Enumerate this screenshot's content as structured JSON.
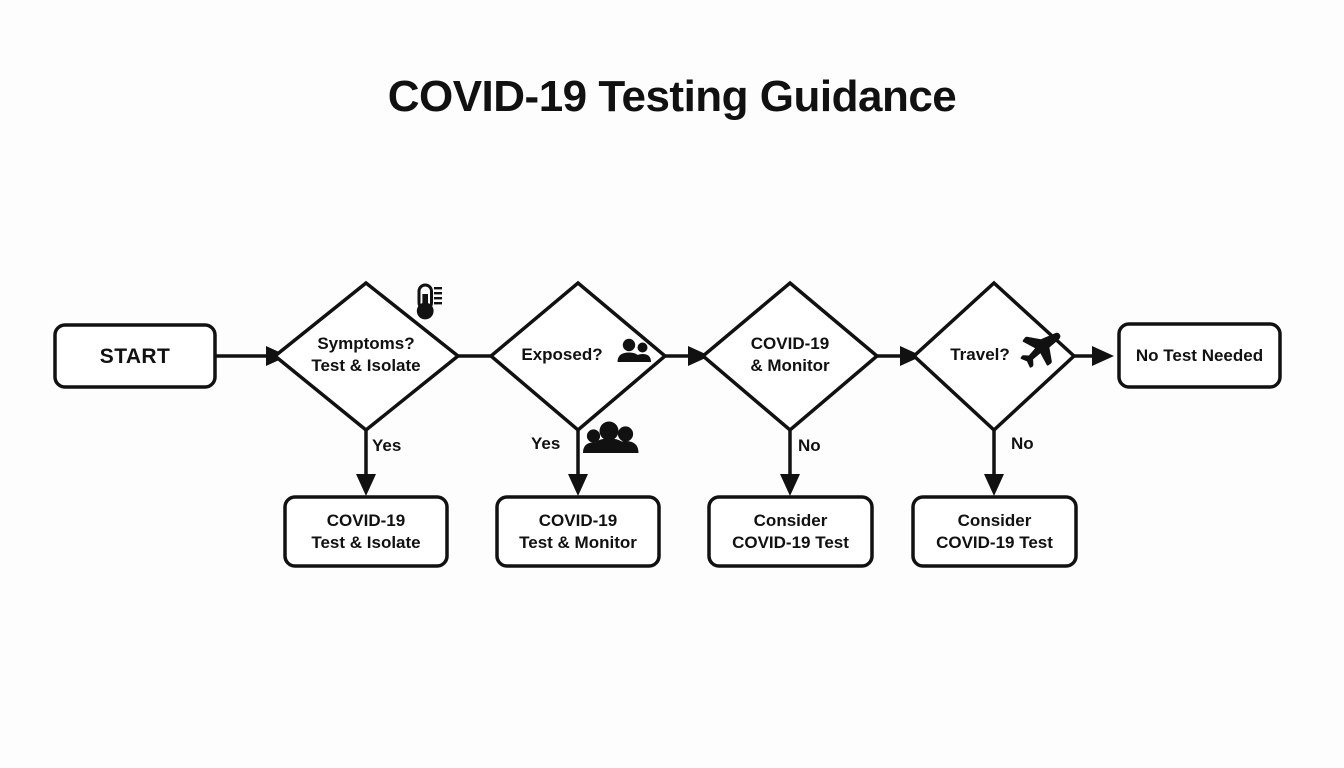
{
  "title": "COVID-19 Testing Guidance",
  "diagram": {
    "type": "flowchart",
    "orientation": "left-to-right",
    "background_color": "#fdfdfd",
    "stroke_color": "#111111",
    "fill_color": "#ffffff",
    "nodes": [
      {
        "id": "start",
        "shape": "rounded-rect",
        "lines": [
          "START"
        ],
        "icon": null
      },
      {
        "id": "symptoms",
        "shape": "diamond",
        "lines": [
          "Symptoms?",
          "Test & Isolate"
        ],
        "icon": "thermometer-icon"
      },
      {
        "id": "exposed",
        "shape": "diamond",
        "lines": [
          "Exposed?"
        ],
        "icon": "people-icon"
      },
      {
        "id": "covid-monitor",
        "shape": "diamond",
        "lines": [
          "COVID-19",
          "& Monitor"
        ],
        "icon": null
      },
      {
        "id": "travel",
        "shape": "diamond",
        "lines": [
          "Travel?"
        ],
        "icon": "airplane-icon"
      },
      {
        "id": "no-test",
        "shape": "rounded-rect",
        "lines": [
          "No Test Needed"
        ],
        "icon": null
      },
      {
        "id": "result-isolate",
        "shape": "rounded-rect",
        "lines": [
          "COVID-19",
          "Test & Isolate"
        ],
        "icon": null
      },
      {
        "id": "result-monitor",
        "shape": "rounded-rect",
        "lines": [
          "COVID-19",
          "Test & Monitor"
        ],
        "icon": null
      },
      {
        "id": "result-consider-1",
        "shape": "rounded-rect",
        "lines": [
          "Consider",
          "COVID-19 Test"
        ],
        "icon": null
      },
      {
        "id": "result-consider-2",
        "shape": "rounded-rect",
        "lines": [
          "Consider",
          "COVID-19 Test"
        ],
        "icon": null
      }
    ],
    "edges": [
      {
        "from": "start",
        "to": "symptoms",
        "label": "",
        "arrow": true
      },
      {
        "from": "symptoms",
        "to": "exposed",
        "label": "",
        "arrow": false
      },
      {
        "from": "exposed",
        "to": "covid-monitor",
        "label": "",
        "arrow": true
      },
      {
        "from": "covid-monitor",
        "to": "travel",
        "label": "",
        "arrow": true
      },
      {
        "from": "travel",
        "to": "no-test",
        "label": "",
        "arrow": true
      },
      {
        "from": "symptoms",
        "to": "result-isolate",
        "label": "Yes",
        "arrow": true
      },
      {
        "from": "exposed",
        "to": "result-monitor",
        "label": "Yes",
        "arrow": true
      },
      {
        "from": "covid-monitor",
        "to": "result-consider-1",
        "label": "No",
        "arrow": true
      },
      {
        "from": "travel",
        "to": "result-consider-2",
        "label": "No",
        "arrow": true
      }
    ],
    "labels": {
      "start": "START",
      "symptoms_line1": "Symptoms?",
      "symptoms_line2": "Test & Isolate",
      "exposed": "Exposed?",
      "covid_monitor_line1": "COVID-19",
      "covid_monitor_line2": "& Monitor",
      "travel": "Travel?",
      "no_test": "No Test Needed",
      "result_isolate_line1": "COVID-19",
      "result_isolate_line2": "Test & Isolate",
      "result_monitor_line1": "COVID-19",
      "result_monitor_line2": "Test & Monitor",
      "result_consider1_line1": "Consider",
      "result_consider1_line2": "COVID-19 Test",
      "result_consider2_line1": "Consider",
      "result_consider2_line2": "COVID-19 Test",
      "yes_1": "Yes",
      "yes_2": "Yes",
      "no_1": "No",
      "no_2": "No"
    }
  }
}
